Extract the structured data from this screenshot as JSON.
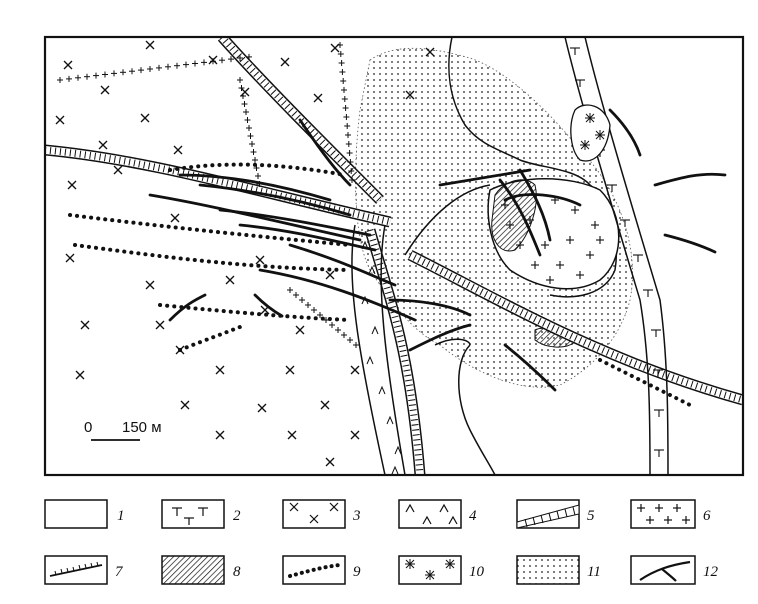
{
  "scale_bar": {
    "zero": "0",
    "distance": "150 м"
  },
  "legend": [
    {
      "number": "1",
      "pattern": "blank"
    },
    {
      "number": "2",
      "pattern": "tick-marks"
    },
    {
      "number": "3",
      "pattern": "crosses"
    },
    {
      "number": "4",
      "pattern": "carets"
    },
    {
      "number": "5",
      "pattern": "hatched-band"
    },
    {
      "number": "6",
      "pattern": "plus-signs"
    },
    {
      "number": "7",
      "pattern": "ticked-line"
    },
    {
      "number": "8",
      "pattern": "dense-hatching"
    },
    {
      "number": "9",
      "pattern": "dotted-line"
    },
    {
      "number": "10",
      "pattern": "asterisks"
    },
    {
      "number": "11",
      "pattern": "fine-dots"
    },
    {
      "number": "12",
      "pattern": "branching-line"
    }
  ]
}
